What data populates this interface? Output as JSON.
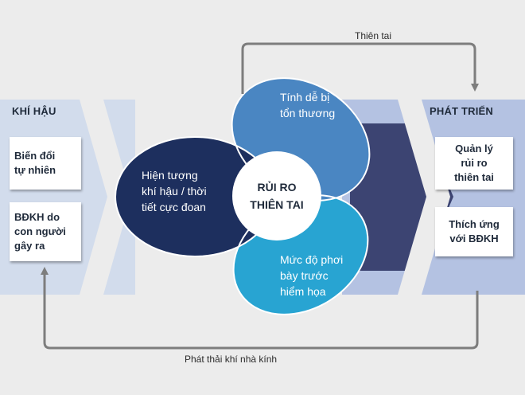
{
  "left": {
    "header": "KHÍ HẬU",
    "boxes": [
      {
        "label": "Biến đổi\ntự nhiên"
      },
      {
        "label": "BĐKH do\ncon người\ngây ra"
      }
    ]
  },
  "right": {
    "header": "PHÁT TRIỂN",
    "boxes": [
      {
        "label": "Quản lý\nrủi ro\nthiên tai"
      },
      {
        "label": "Thích ứng\nvới BĐKH"
      }
    ]
  },
  "center": {
    "core": "RỦI RO\nTHIÊN TAI",
    "petal_hazard": "Hiện tượng\nkhí hậu / thời\ntiết cực đoan",
    "petal_vulnerability": "Tính dễ bị\ntổn thương",
    "petal_exposure": "Mức độ phơi\nbày trước\nhiểm họa"
  },
  "arrows": {
    "top_label": "Thiên tai",
    "bottom_label": "Phát thải khí nhà kính"
  },
  "colors": {
    "background": "#ececec",
    "band_left": "#d2dcec",
    "band_right": "#b4c2e2",
    "panel_dark": "#3c4472",
    "petal_hazard": "#1d2f5e",
    "petal_vulnerability": "#4a86c2",
    "petal_exposure": "#28a4d2",
    "core": "#ffffff",
    "arrow": "#7d7d7d"
  }
}
